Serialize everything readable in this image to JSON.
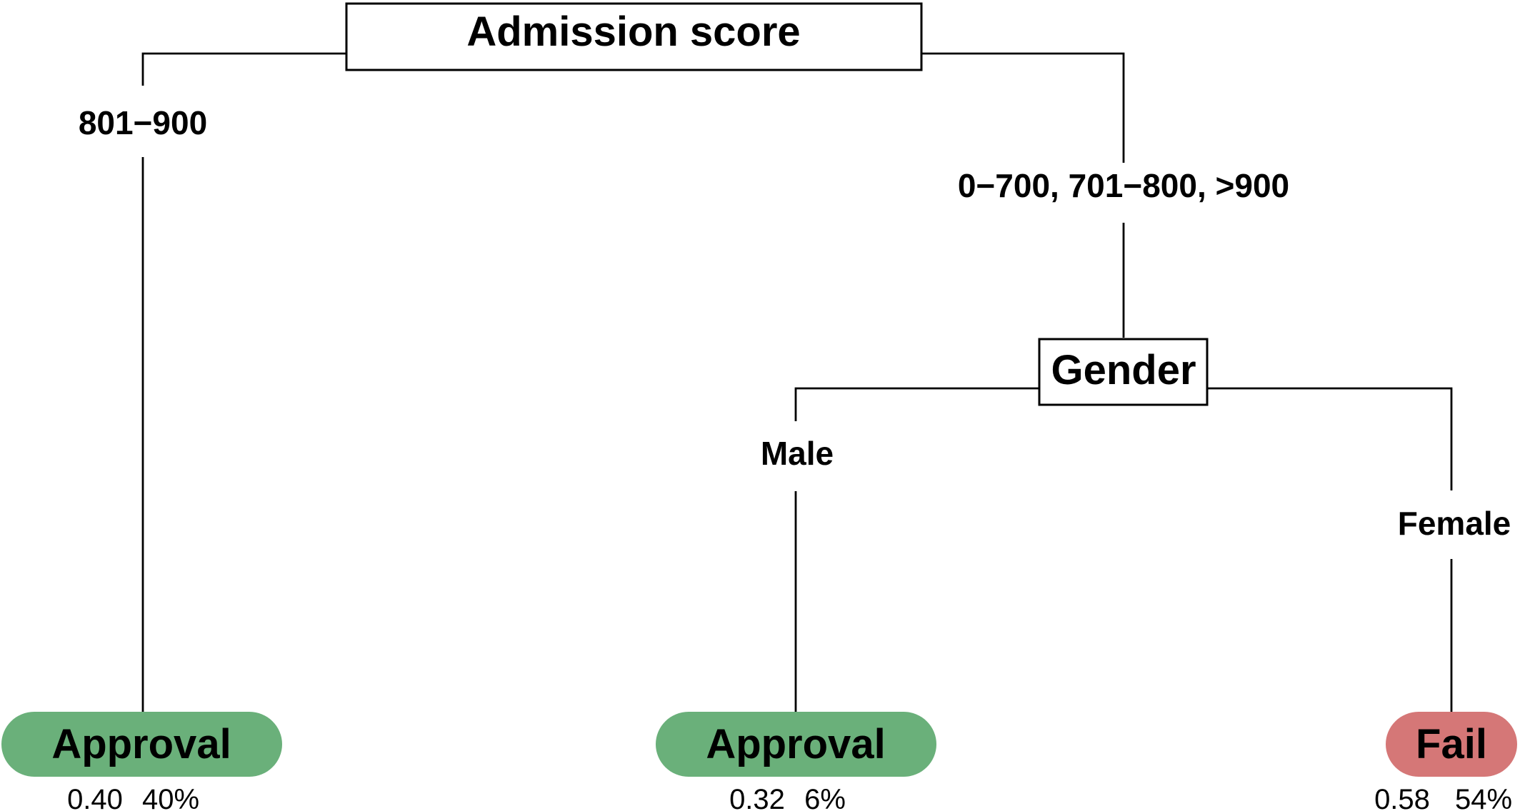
{
  "root": {
    "label": "Admission score"
  },
  "branches": {
    "left": "801−900",
    "right": "0−700, 701−800, >900",
    "male": "Male",
    "female": "Female"
  },
  "gender_node": {
    "label": "Gender"
  },
  "leaves": [
    {
      "label": "Approval",
      "prob": "0.40",
      "pct": "40%",
      "color": "#6ab07a"
    },
    {
      "label": "Approval",
      "prob": "0.32",
      "pct": "6%",
      "color": "#6ab07a"
    },
    {
      "label": "Fail",
      "prob": "0.58",
      "pct": "54%",
      "color": "#d57777"
    }
  ]
}
